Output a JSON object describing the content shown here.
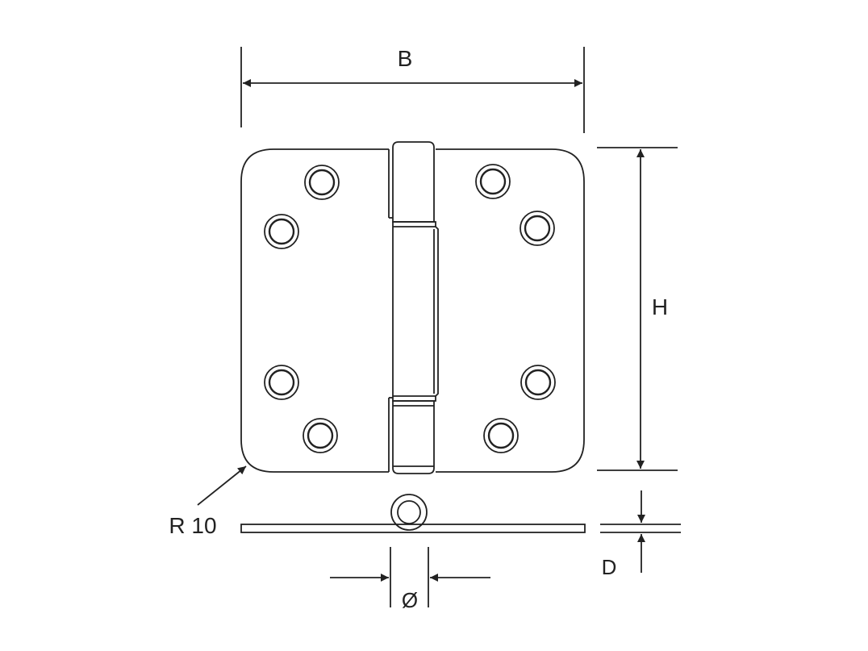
{
  "diagram": {
    "labels": {
      "width": "B",
      "height": "H",
      "radius": "R 10",
      "diameter": "Ø",
      "thickness": "D"
    },
    "screw_holes_per_leaf": 4
  }
}
